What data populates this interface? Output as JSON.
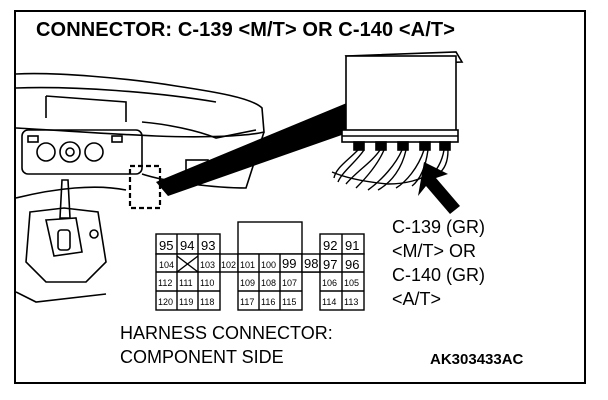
{
  "title": "CONNECTOR: C-139 <M/T> OR C-140 <A/T>",
  "callout": [
    "C-139 (GR)",
    "<M/T> OR",
    "C-140 (GR)",
    "<A/T>"
  ],
  "harness": [
    "HARNESS CONNECTOR:",
    "COMPONENT SIDE"
  ],
  "figure_code": "AK303433AC",
  "pins": {
    "left_top": [
      "95",
      "94",
      "93"
    ],
    "left_r1": [
      "104",
      "",
      "103",
      "102"
    ],
    "left_r2": [
      "112",
      "111",
      "110"
    ],
    "left_r3": [
      "120",
      "119",
      "118"
    ],
    "mid_r1": [
      "101",
      "100",
      "99",
      "98"
    ],
    "mid_r2": [
      "109",
      "108",
      "107"
    ],
    "mid_r3": [
      "117",
      "116",
      "115"
    ],
    "right_top": [
      "92",
      "91"
    ],
    "right_r1": [
      "97",
      "96"
    ],
    "right_r2": [
      "106",
      "105"
    ],
    "right_r3": [
      "114",
      "113"
    ]
  }
}
